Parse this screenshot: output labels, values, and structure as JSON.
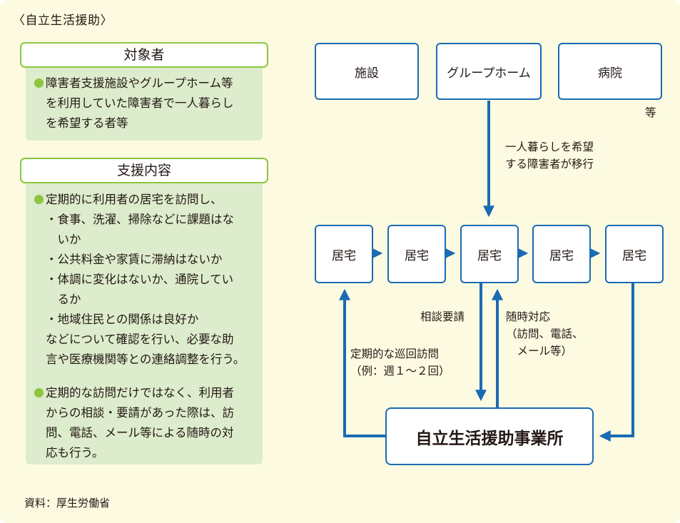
{
  "header": "〈自立生活援助〉",
  "target": {
    "title": "対象者",
    "lines": [
      "障害者支援施設やグループホーム等",
      "を利用していた障害者で一人暮らし",
      "を希望する者等"
    ]
  },
  "support": {
    "title": "支援内容",
    "paragraph1": [
      "定期的に利用者の居宅を訪問し、",
      "・食事、洗濯、掃除などに課題はな",
      "　いか",
      "・公共料金や家賃に滞納はないか",
      "・体調に変化はないか、通院してい",
      "　るか",
      "・地域住民との関係は良好か",
      "などについて確認を行い、必要な助",
      "言や医療機関等との連絡調整を行う。"
    ],
    "paragraph2": [
      "定期的な訪問だけではなく、利用者",
      "からの相談・要請があった際は、訪",
      "問、電話、メール等による随時の対",
      "応も行う。"
    ]
  },
  "diagram": {
    "facilities": [
      "施設",
      "グループホーム",
      "病院"
    ],
    "facilities_suffix": "等",
    "move_label": [
      "一人暮らしを希望",
      "する障害者が移行"
    ],
    "homes": [
      "居宅",
      "居宅",
      "居宅",
      "居宅",
      "居宅"
    ],
    "consult_label": "相談要請",
    "anytime_label": [
      "随時対応",
      "（訪問、電話、",
      "　メール等）"
    ],
    "patrol_label": [
      "定期的な巡回訪問",
      "（例：週１～２回）"
    ],
    "office": "自立生活援助事業所"
  },
  "source": "資料：厚生労働省",
  "colors": {
    "page_bg": "#fcfbe1",
    "green": "#8cc63f",
    "panel": "#ddeccc",
    "blue": "#1a6bb3"
  }
}
